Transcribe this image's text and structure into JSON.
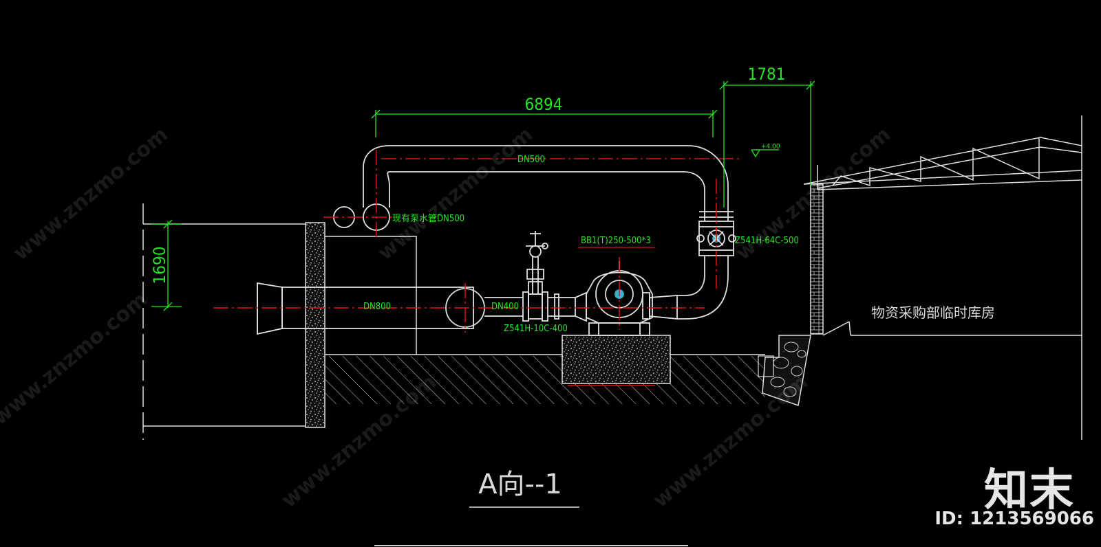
{
  "drawing": {
    "view_title": "A向--1",
    "dimensions": {
      "top_span": "6894",
      "right_span": "1781",
      "left_height": "1690"
    },
    "labels": {
      "dn500_main": "DN500",
      "existing_pipe": "现有泵水管DN500",
      "dn800": "DN800",
      "dn400": "DN400",
      "valve_inlet": "Z541H-10C-400",
      "pump_model": "BB1(T)250-500*3",
      "valve_outlet": "Z541H-64C-500",
      "elevation": "+4.00",
      "warehouse": "物资采购部临时库房"
    },
    "colors": {
      "background": "#000000",
      "linework": "#e0e0e0",
      "dimensions": "#22e622",
      "centerline": "#e01010"
    }
  },
  "watermark": {
    "site": "www.znzmo.com",
    "brand": "知末",
    "id_label": "ID: 1213569066"
  }
}
